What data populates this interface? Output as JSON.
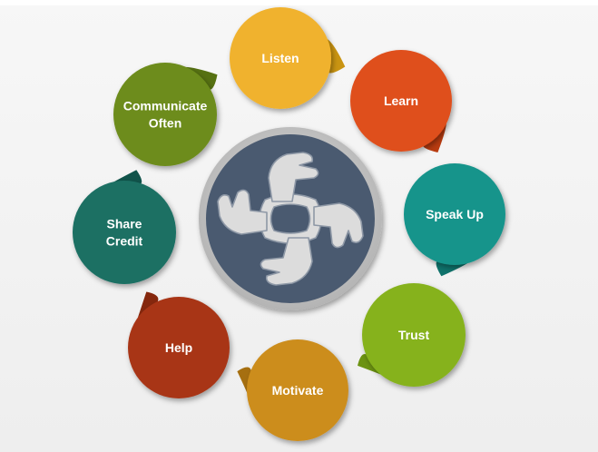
{
  "diagram": {
    "nodes": [
      {
        "id": "listen",
        "lines": [
          "Listen"
        ],
        "color": "#f0b22d",
        "tail": "#c99412"
      },
      {
        "id": "learn",
        "lines": [
          "Learn"
        ],
        "color": "#df4f1d",
        "tail": "#b83b10"
      },
      {
        "id": "speak-up",
        "lines": [
          "Speak Up"
        ],
        "color": "#17948b",
        "tail": "#0f726b"
      },
      {
        "id": "trust",
        "lines": [
          "Trust"
        ],
        "color": "#86b21f",
        "tail": "#6c9313"
      },
      {
        "id": "motivate",
        "lines": [
          "Motivate"
        ],
        "color": "#cc8d1e",
        "tail": "#a66f10"
      },
      {
        "id": "help",
        "lines": [
          "Help"
        ],
        "color": "#a83618",
        "tail": "#85270d"
      },
      {
        "id": "share-credit",
        "lines": [
          "Share",
          "Credit"
        ],
        "color": "#1b6f64",
        "tail": "#11544b"
      },
      {
        "id": "communicate-often",
        "lines": [
          "Communicate",
          "Often"
        ],
        "color": "#6d8c1c",
        "tail": "#567112"
      }
    ],
    "center": {
      "icon": "teamwork-hands-icon",
      "ring_color": "#c8c8c8",
      "disc_color": "#4a5a70",
      "hand_color": "#dcdcdc"
    }
  }
}
